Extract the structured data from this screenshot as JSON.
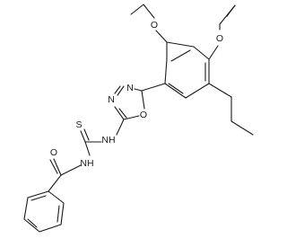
{
  "molecule": {
    "atoms": {
      "o_ethoxy_left": "O",
      "o_ethoxy_right": "O",
      "n_oxadiazole_1": "N",
      "n_oxadiazole_2": "N",
      "o_oxadiazole": "O",
      "s_thio": "S",
      "nh_thiourea": "NH",
      "o_carbonyl": "O",
      "nh_amide": "NH"
    },
    "colors": {
      "bond": "#1a1a1a",
      "background": "#ffffff"
    }
  }
}
